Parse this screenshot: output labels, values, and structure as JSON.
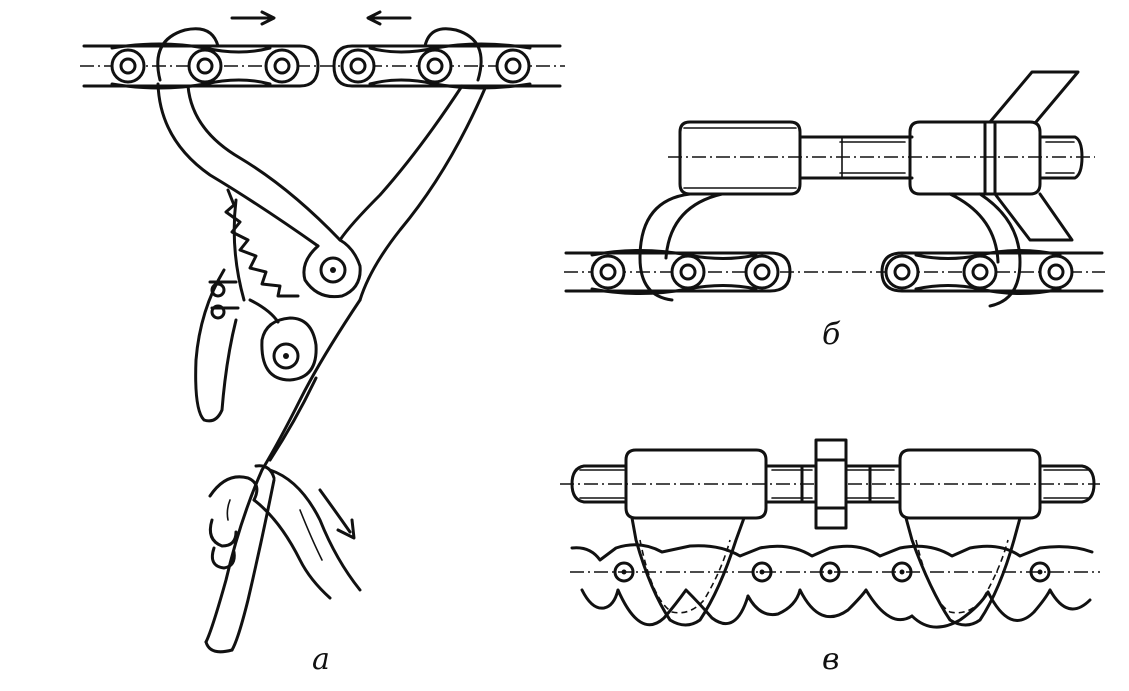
{
  "figure": {
    "labels": {
      "a": "а",
      "b": "б",
      "v": "в"
    }
  }
}
